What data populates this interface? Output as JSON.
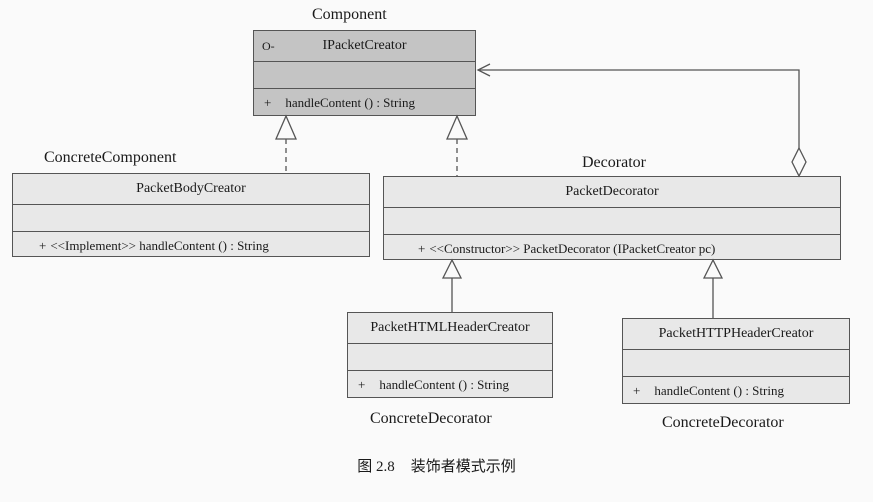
{
  "stereotypes": {
    "component": "Component",
    "concrete_component": "ConcreteComponent",
    "decorator": "Decorator",
    "concrete_decorator_1": "ConcreteDecorator",
    "concrete_decorator_2": "ConcreteDecorator"
  },
  "classes": {
    "ipacket_creator": {
      "icon": "O-",
      "name": "IPacketCreator",
      "op_vis": "+",
      "op": "handleContent () : String"
    },
    "packet_body_creator": {
      "name": "PacketBodyCreator",
      "op_vis": "+",
      "op": "<<Implement>> handleContent () : String"
    },
    "packet_decorator": {
      "name": "PacketDecorator",
      "op_vis": "+",
      "op": "<<Constructor>> PacketDecorator (IPacketCreator pc)"
    },
    "html_header_creator": {
      "name": "PacketHTMLHeaderCreator",
      "op_vis": "+",
      "op": "handleContent () : String"
    },
    "http_header_creator": {
      "name": "PacketHTTPHeaderCreator",
      "op_vis": "+",
      "op": "handleContent () : String"
    }
  },
  "caption": {
    "number": "图 2.8",
    "text": "装饰者模式示例"
  },
  "colors": {
    "interface_fill": "#c4c4c4",
    "class_fill": "#e8e8e8",
    "line": "#555555"
  }
}
